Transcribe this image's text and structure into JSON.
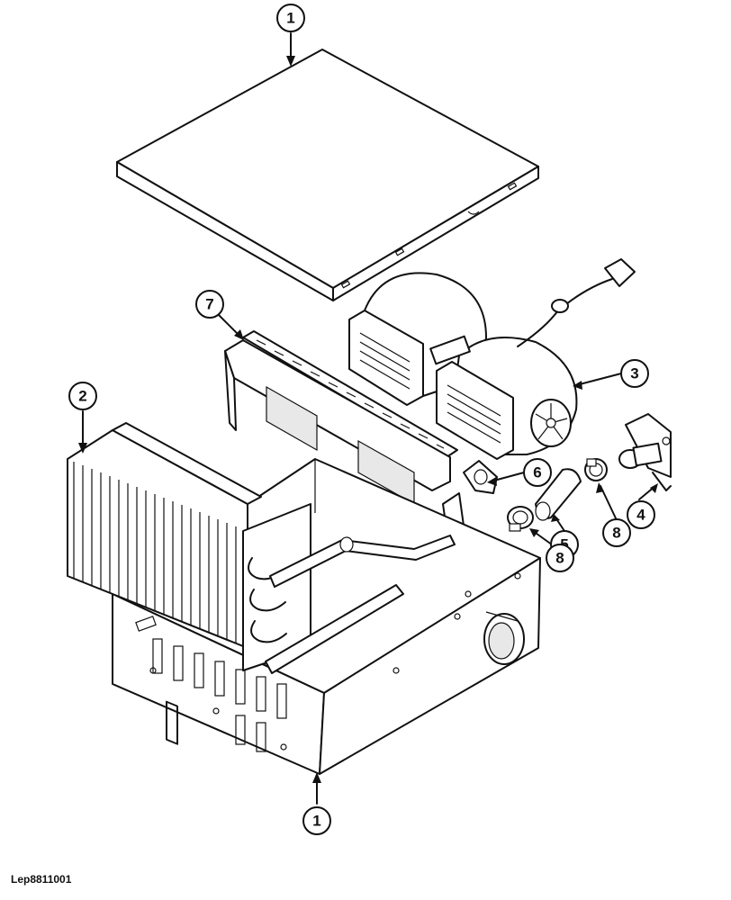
{
  "figure": {
    "reference_code": "Lep8811001"
  },
  "callouts": [
    {
      "label": "1"
    },
    {
      "label": "1"
    },
    {
      "label": "2"
    },
    {
      "label": "3"
    },
    {
      "label": "4"
    },
    {
      "label": "5"
    },
    {
      "label": "6"
    },
    {
      "label": "7"
    },
    {
      "label": "8"
    },
    {
      "label": "8"
    }
  ]
}
